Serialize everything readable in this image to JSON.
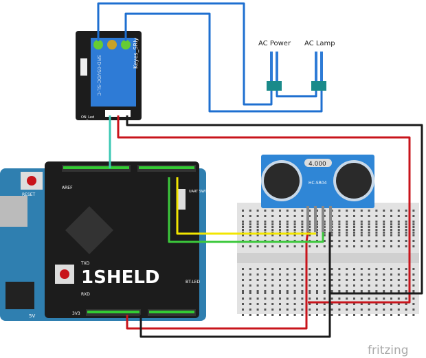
{
  "labels": {
    "ac_power": "AC Power",
    "ac_lamp": "AC Lamp",
    "relay_model": "SRD-05VDC-SL-C",
    "relay_board": "Keyes_SRly",
    "relay_led": "ON_Led",
    "shield_brand": "1SHELD",
    "reset": "RESET",
    "sensor_model": "HC-SR04",
    "sensor_crystal": "4.000",
    "pin_5v": "5V",
    "pin_3v3": "3V3",
    "txd": "TXD",
    "rxd": "RXD",
    "bt_led": "BT-LED",
    "uart_switch": "UART SWITCH",
    "aref": "AREF",
    "fritzing": "fritzing"
  },
  "colors": {
    "wire_blue": "#1e6fd0",
    "wire_red": "#c8141b",
    "wire_black": "#1a1a1a",
    "wire_yellow": "#f2e600",
    "wire_green": "#3cc83c",
    "wire_cyan": "#3cc8b4",
    "arduino_blue": "#2f7fb0",
    "shield_black": "#1c1c1c",
    "sensor_blue": "#2f86d6",
    "relay_blue": "#2e7bd6"
  }
}
